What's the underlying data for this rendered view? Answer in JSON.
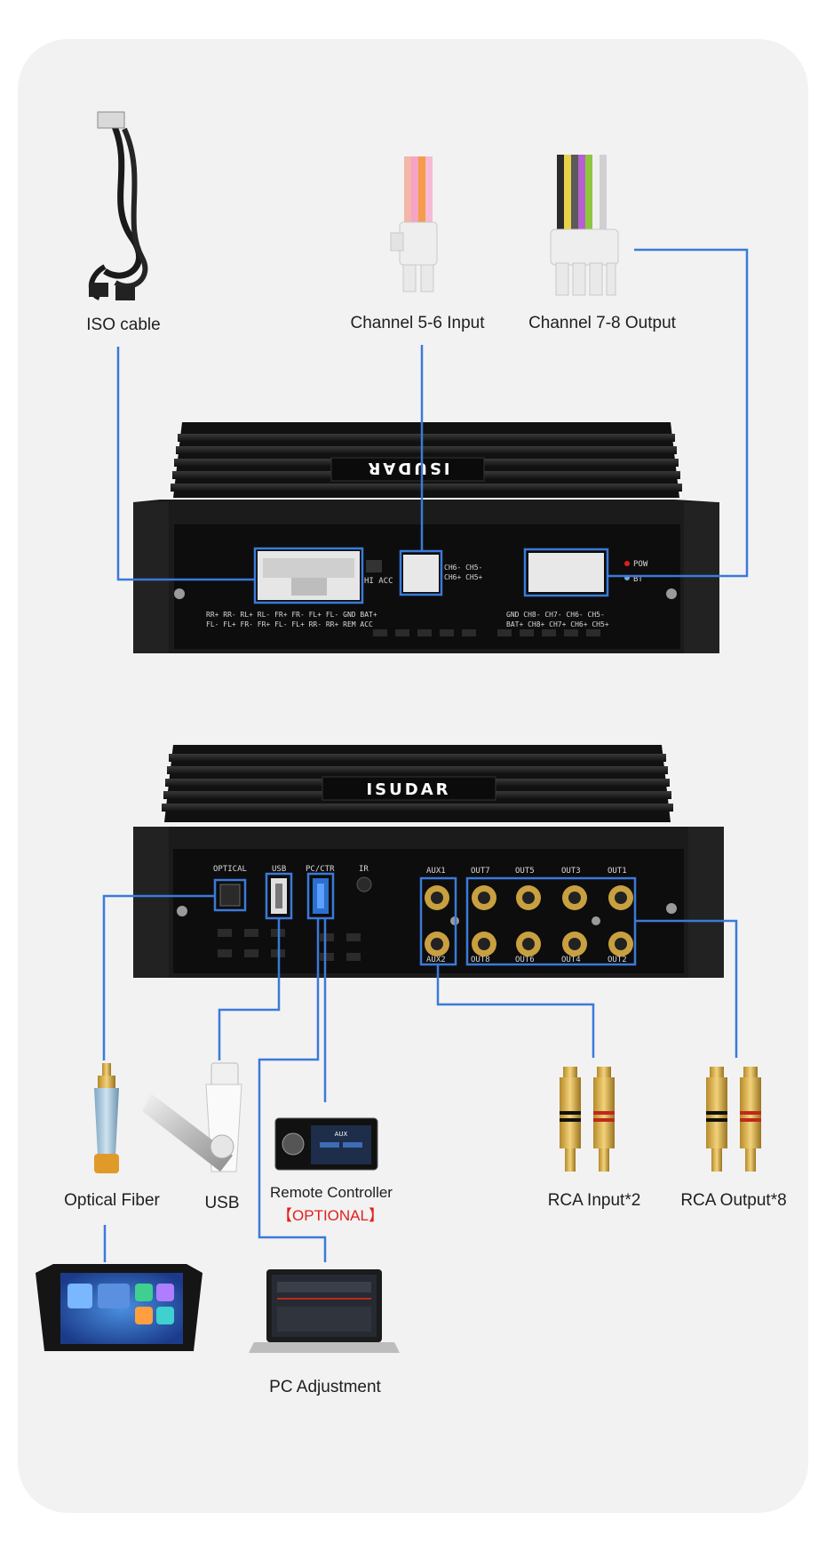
{
  "colors": {
    "panel_bg": "#f2f2f2",
    "connector_line": "#3b7ad9",
    "device_body": "#151515",
    "optional_red": "#e0201c"
  },
  "labels": {
    "iso_cable": "ISO cable",
    "channel_56_input": "Channel 5-6 Input",
    "channel_78_output": "Channel 7-8 Output",
    "optical_fiber": "Optical Fiber",
    "usb": "USB",
    "remote_controller": "Remote Controller",
    "optional": "【OPTIONAL】",
    "rca_input": "RCA Input*2",
    "rca_output": "RCA Output*8",
    "pc_adjustment": "PC Adjustment"
  },
  "device_top": {
    "brand": "ISUDAR",
    "hi_acc": "HI ACC",
    "pow": "POW",
    "bt": "BT",
    "ch_in_top": "CH6- CH5-",
    "ch_in_bottom": "CH6+ CH5+",
    "iso_pins_row1": "RR+ RR- RL+ RL- FR+ FR- FL+ FL- GND BAT+",
    "iso_pins_row2": "FL- FL+ FR- FR+ FL- FL+ RR- RR+ REM ACC",
    "out_pins_row1": "GND CH8- CH7- CH6- CH5-",
    "out_pins_row2": "BAT+ CH8+ CH7+ CH6+ CH5+"
  },
  "device_bottom": {
    "brand": "ISUDAR",
    "optical": "OPTICAL",
    "usb": "USB",
    "pc_ctr": "PC/CTR",
    "ir": "IR",
    "aux1": "AUX1",
    "aux2": "AUX2",
    "out_top": [
      "OUT7",
      "OUT5",
      "OUT3",
      "OUT1"
    ],
    "out_bottom": [
      "OUT8",
      "OUT6",
      "OUT4",
      "OUT2"
    ]
  },
  "remote_screen": {
    "title": "AUX"
  },
  "icons": {
    "iso": "iso-cable-icon",
    "ch56": "channel-5-6-connector-icon",
    "ch78": "channel-7-8-connector-icon",
    "optical": "optical-fiber-icon",
    "usb": "usb-drive-icon",
    "remote": "remote-controller-icon",
    "rca_in": "rca-input-plug-icon",
    "rca_out": "rca-output-plug-icon",
    "head_unit": "car-head-unit-icon",
    "laptop": "laptop-icon"
  }
}
